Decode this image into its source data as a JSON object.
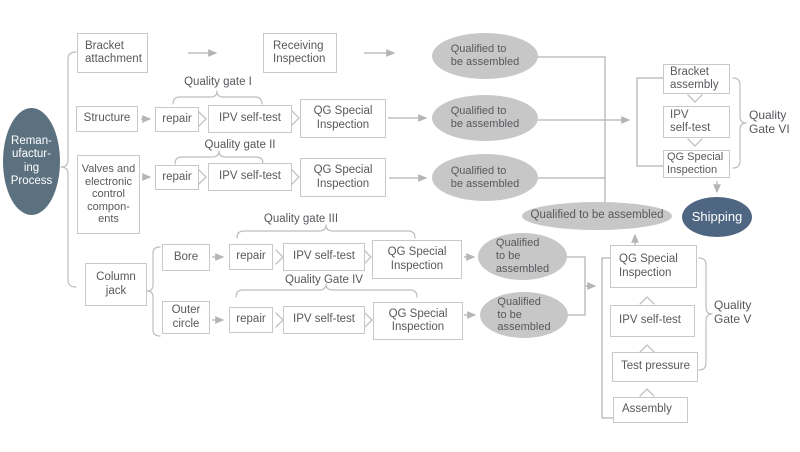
{
  "process": {
    "label": [
      "Reman-",
      "ufactur-",
      "ing",
      "Process"
    ]
  },
  "branches": {
    "bracket": {
      "source": [
        "Bracket",
        "attachment"
      ],
      "receiving": [
        "Receiving",
        "Inspection"
      ],
      "qualified": [
        "Qualified to",
        "be assembled"
      ]
    },
    "structure": {
      "source": "Structure",
      "gate": "Quality gate I",
      "repair": "repair",
      "ipv": "IPV self-test",
      "qg_special": [
        "QG Special",
        "Inspection"
      ],
      "qualified": [
        "Qualified to",
        "be assembled"
      ]
    },
    "valves": {
      "source": [
        "Valves and",
        "electronic",
        "control",
        "compon-",
        "ents"
      ],
      "gate": "Quality gate II",
      "repair": "repair",
      "ipv": "IPV self-test",
      "qg_special": [
        "QG Special",
        "Inspection"
      ],
      "qualified": [
        "Qualified to",
        "be assembled"
      ]
    },
    "column_jack": {
      "source": [
        "Column",
        "jack"
      ],
      "bore": {
        "source": "Bore",
        "gate": "Quality gate III",
        "repair": "repair",
        "ipv": "IPV self-test",
        "qg_special": [
          "QG Special",
          "Inspection"
        ],
        "qualified": [
          "Qualified",
          "to be",
          "assembled"
        ]
      },
      "outer": {
        "source": [
          "Outer",
          "circle"
        ],
        "gate": "Quality Gate IV",
        "repair": "repair",
        "ipv": "IPV self-test",
        "qg_special": [
          "QG Special",
          "Inspection"
        ],
        "qualified": [
          "Qualified",
          "to be",
          "assembled"
        ]
      }
    }
  },
  "gate_v": {
    "label": [
      "Quality",
      "Gate V"
    ],
    "qg_special": [
      "QG Special",
      "Inspection"
    ],
    "ipv": "IPV self-test",
    "test_pressure": "Test pressure",
    "assembly": "Assembly",
    "qualified": "Qualified to be assembled"
  },
  "gate_vi": {
    "label": [
      "Quality",
      "Gate VI"
    ],
    "bracket_assembly": [
      "Bracket",
      "assembly"
    ],
    "ipv": [
      "IPV",
      "self-test"
    ],
    "qg_special": [
      "QG Special",
      "Inspection"
    ]
  },
  "shipping": {
    "label": "Shipping"
  },
  "colors": {
    "node_border": "#c6c8ca",
    "node_text": "#57595c",
    "connector": "#b5b5b5",
    "qualified_fill": "#c7c7c7",
    "process_fill": "#5c7180",
    "shipping_fill": "#4e6681"
  }
}
